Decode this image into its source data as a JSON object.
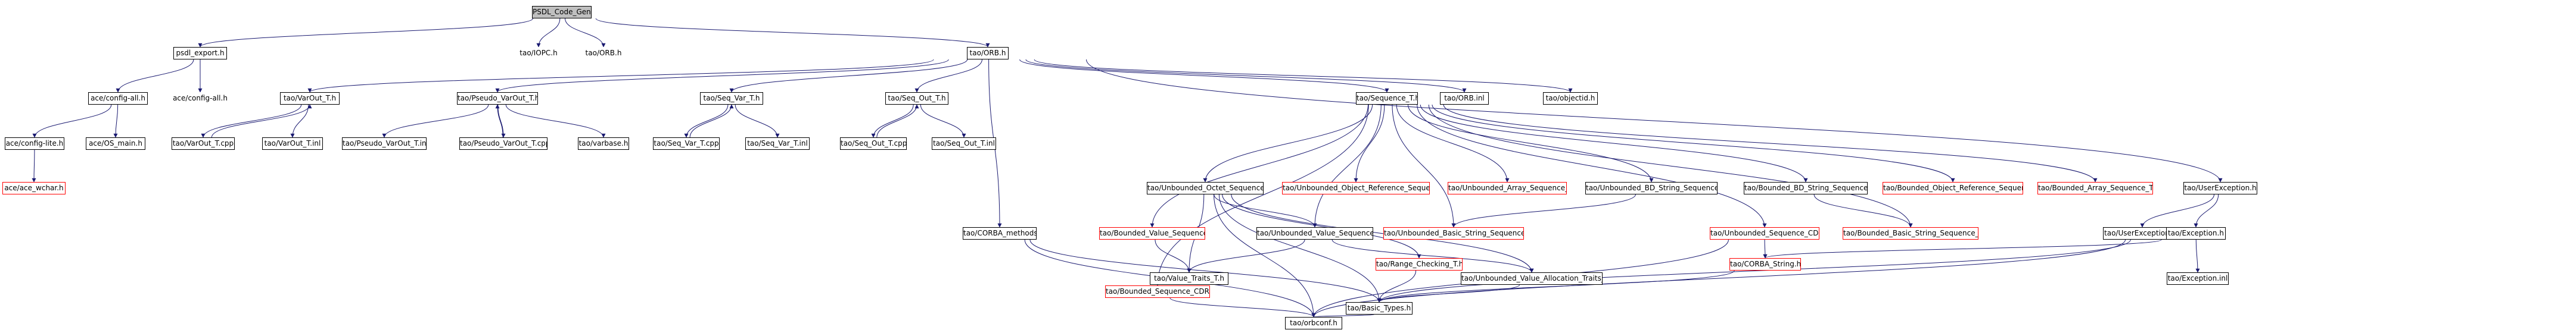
{
  "diagram": {
    "nodes": [
      {
        "id": "psdl_code_gen",
        "label": "PSDL_Code_Gen.h",
        "kind": "root"
      },
      {
        "id": "psdl_export",
        "label": "psdl_export.h",
        "kind": "normal"
      },
      {
        "id": "iopc",
        "label": "tao/IOPC.h",
        "kind": "plain"
      },
      {
        "id": "orb_plain",
        "label": "tao/ORB.h",
        "kind": "plain"
      },
      {
        "id": "orb",
        "label": "tao/ORB.h",
        "kind": "normal"
      },
      {
        "id": "config_all_1",
        "label": "ace/config-all.h",
        "kind": "normal"
      },
      {
        "id": "config_all_2",
        "label": "ace/config-all.h",
        "kind": "plain"
      },
      {
        "id": "config_lite",
        "label": "ace/config-lite.h",
        "kind": "normal"
      },
      {
        "id": "os_main",
        "label": "ace/OS_main.h",
        "kind": "normal"
      },
      {
        "id": "ace_wchar",
        "label": "ace/ace_wchar.h",
        "kind": "red"
      },
      {
        "id": "varout",
        "label": "tao/VarOut_T.h",
        "kind": "normal"
      },
      {
        "id": "varout_cpp",
        "label": "tao/VarOut_T.cpp",
        "kind": "normal"
      },
      {
        "id": "varout_inl",
        "label": "tao/VarOut_T.inl",
        "kind": "normal"
      },
      {
        "id": "pseudo_varout",
        "label": "tao/Pseudo_VarOut_T.h",
        "kind": "normal"
      },
      {
        "id": "pseudo_varout_inl",
        "label": "tao/Pseudo_VarOut_T.inl",
        "kind": "normal"
      },
      {
        "id": "pseudo_varout_cpp",
        "label": "tao/Pseudo_VarOut_T.cpp",
        "kind": "normal"
      },
      {
        "id": "varbase",
        "label": "tao/varbase.h",
        "kind": "normal"
      },
      {
        "id": "seq_var",
        "label": "tao/Seq_Var_T.h",
        "kind": "normal"
      },
      {
        "id": "seq_var_cpp",
        "label": "tao/Seq_Var_T.cpp",
        "kind": "normal"
      },
      {
        "id": "seq_var_inl",
        "label": "tao/Seq_Var_T.inl",
        "kind": "normal"
      },
      {
        "id": "seq_out",
        "label": "tao/Seq_Out_T.h",
        "kind": "normal"
      },
      {
        "id": "seq_out_cpp",
        "label": "tao/Seq_Out_T.cpp",
        "kind": "normal"
      },
      {
        "id": "seq_out_inl",
        "label": "tao/Seq_Out_T.inl",
        "kind": "normal"
      },
      {
        "id": "sequence_t",
        "label": "tao/Sequence_T.h",
        "kind": "normal"
      },
      {
        "id": "orb_inl",
        "label": "tao/ORB.inl",
        "kind": "normal"
      },
      {
        "id": "objectid",
        "label": "tao/objectid.h",
        "kind": "normal"
      },
      {
        "id": "corba_methods",
        "label": "tao/CORBA_methods.h",
        "kind": "normal"
      },
      {
        "id": "unb_octet",
        "label": "tao/Unbounded_Octet_Sequence_T.h",
        "kind": "normal"
      },
      {
        "id": "unb_objref",
        "label": "tao/Unbounded_Object_Reference_Sequence_T.h",
        "kind": "red"
      },
      {
        "id": "unb_array",
        "label": "tao/Unbounded_Array_Sequence_T.h",
        "kind": "red"
      },
      {
        "id": "unb_bd_string",
        "label": "tao/Unbounded_BD_String_Sequence_T.h",
        "kind": "normal"
      },
      {
        "id": "bd_bd_string",
        "label": "tao/Bounded_BD_String_Sequence_T.h",
        "kind": "normal"
      },
      {
        "id": "bd_objref",
        "label": "tao/Bounded_Object_Reference_Sequence_T.h",
        "kind": "red"
      },
      {
        "id": "bd_array",
        "label": "tao/Bounded_Array_Sequence_T.h",
        "kind": "red"
      },
      {
        "id": "user_exception",
        "label": "tao/UserException.h",
        "kind": "normal"
      },
      {
        "id": "bd_value",
        "label": "tao/Bounded_Value_Sequence_T.h",
        "kind": "red"
      },
      {
        "id": "unb_value",
        "label": "tao/Unbounded_Value_Sequence_T.h",
        "kind": "normal"
      },
      {
        "id": "unb_basic_string",
        "label": "tao/Unbounded_Basic_String_Sequence_T.h",
        "kind": "red"
      },
      {
        "id": "unb_seq_cdr",
        "label": "tao/Unbounded_Sequence_CDR_T.h",
        "kind": "red"
      },
      {
        "id": "bd_basic_string",
        "label": "tao/Bounded_Basic_String_Sequence_T.h",
        "kind": "red"
      },
      {
        "id": "user_exception_inl",
        "label": "tao/UserException.inl",
        "kind": "normal"
      },
      {
        "id": "exception",
        "label": "tao/Exception.h",
        "kind": "normal"
      },
      {
        "id": "value_traits",
        "label": "tao/Value_Traits_T.h",
        "kind": "normal"
      },
      {
        "id": "range_checking",
        "label": "tao/Range_Checking_T.h",
        "kind": "red"
      },
      {
        "id": "unb_value_alloc",
        "label": "tao/Unbounded_Value_Allocation_Traits_T.h",
        "kind": "normal"
      },
      {
        "id": "corba_string",
        "label": "tao/CORBA_String.h",
        "kind": "red"
      },
      {
        "id": "exception_inl",
        "label": "tao/Exception.inl",
        "kind": "normal"
      },
      {
        "id": "bd_seq_cdr",
        "label": "tao/Bounded_Sequence_CDR_T.h",
        "kind": "red"
      },
      {
        "id": "basic_types",
        "label": "tao/Basic_Types.h",
        "kind": "normal"
      },
      {
        "id": "orbconf",
        "label": "tao/orbconf.h",
        "kind": "normal"
      }
    ],
    "edges": [
      [
        "psdl_code_gen",
        "psdl_export"
      ],
      [
        "psdl_code_gen",
        "iopc"
      ],
      [
        "psdl_code_gen",
        "orb_plain"
      ],
      [
        "psdl_code_gen",
        "orb"
      ],
      [
        "psdl_export",
        "config_all_1"
      ],
      [
        "psdl_export",
        "config_all_2"
      ],
      [
        "config_all_1",
        "config_lite"
      ],
      [
        "config_all_1",
        "os_main"
      ],
      [
        "config_lite",
        "ace_wchar"
      ],
      [
        "orb",
        "varout"
      ],
      [
        "orb",
        "pseudo_varout"
      ],
      [
        "orb",
        "seq_var"
      ],
      [
        "orb",
        "seq_out"
      ],
      [
        "orb",
        "sequence_t"
      ],
      [
        "orb",
        "orb_inl"
      ],
      [
        "orb",
        "objectid"
      ],
      [
        "orb",
        "corba_methods"
      ],
      [
        "orb",
        "user_exception"
      ],
      [
        "varout",
        "varout_cpp"
      ],
      [
        "varout_cpp",
        "varout"
      ],
      [
        "varout",
        "varout_inl"
      ],
      [
        "pseudo_varout",
        "pseudo_varout_inl"
      ],
      [
        "pseudo_varout",
        "pseudo_varout_cpp"
      ],
      [
        "pseudo_varout_cpp",
        "pseudo_varout"
      ],
      [
        "pseudo_varout",
        "varbase"
      ],
      [
        "seq_var",
        "seq_var_cpp"
      ],
      [
        "seq_var_cpp",
        "seq_var"
      ],
      [
        "seq_var",
        "seq_var_inl"
      ],
      [
        "seq_out",
        "seq_out_cpp"
      ],
      [
        "seq_out_cpp",
        "seq_out"
      ],
      [
        "seq_out",
        "seq_out_inl"
      ],
      [
        "sequence_t",
        "unb_octet"
      ],
      [
        "sequence_t",
        "unb_objref"
      ],
      [
        "sequence_t",
        "unb_array"
      ],
      [
        "sequence_t",
        "unb_bd_string"
      ],
      [
        "sequence_t",
        "bd_bd_string"
      ],
      [
        "sequence_t",
        "bd_objref"
      ],
      [
        "sequence_t",
        "bd_array"
      ],
      [
        "sequence_t",
        "bd_value"
      ],
      [
        "sequence_t",
        "unb_value"
      ],
      [
        "sequence_t",
        "unb_basic_string"
      ],
      [
        "sequence_t",
        "unb_seq_cdr"
      ],
      [
        "sequence_t",
        "bd_basic_string"
      ],
      [
        "sequence_t",
        "bd_seq_cdr"
      ],
      [
        "unb_octet",
        "unb_value"
      ],
      [
        "unb_octet",
        "range_checking"
      ],
      [
        "unb_octet",
        "unb_value_alloc"
      ],
      [
        "unb_octet",
        "value_traits"
      ],
      [
        "unb_octet",
        "basic_types"
      ],
      [
        "unb_octet",
        "orbconf"
      ],
      [
        "unb_bd_string",
        "unb_basic_string"
      ],
      [
        "bd_bd_string",
        "bd_basic_string"
      ],
      [
        "user_exception",
        "user_exception_inl"
      ],
      [
        "user_exception",
        "exception"
      ],
      [
        "bd_value",
        "value_traits"
      ],
      [
        "unb_value",
        "value_traits"
      ],
      [
        "unb_value",
        "unb_value_alloc"
      ],
      [
        "unb_seq_cdr",
        "corba_string"
      ],
      [
        "unb_seq_cdr",
        "orbconf"
      ],
      [
        "exception",
        "corba_string"
      ],
      [
        "exception",
        "exception_inl"
      ],
      [
        "exception",
        "basic_types"
      ],
      [
        "exception",
        "orbconf"
      ],
      [
        "range_checking",
        "basic_types"
      ],
      [
        "unb_value_alloc",
        "basic_types"
      ],
      [
        "corba_string",
        "basic_types"
      ],
      [
        "corba_methods",
        "basic_types"
      ],
      [
        "corba_methods",
        "orbconf"
      ],
      [
        "bd_seq_cdr",
        "orbconf"
      ],
      [
        "basic_types",
        "orbconf"
      ]
    ]
  }
}
